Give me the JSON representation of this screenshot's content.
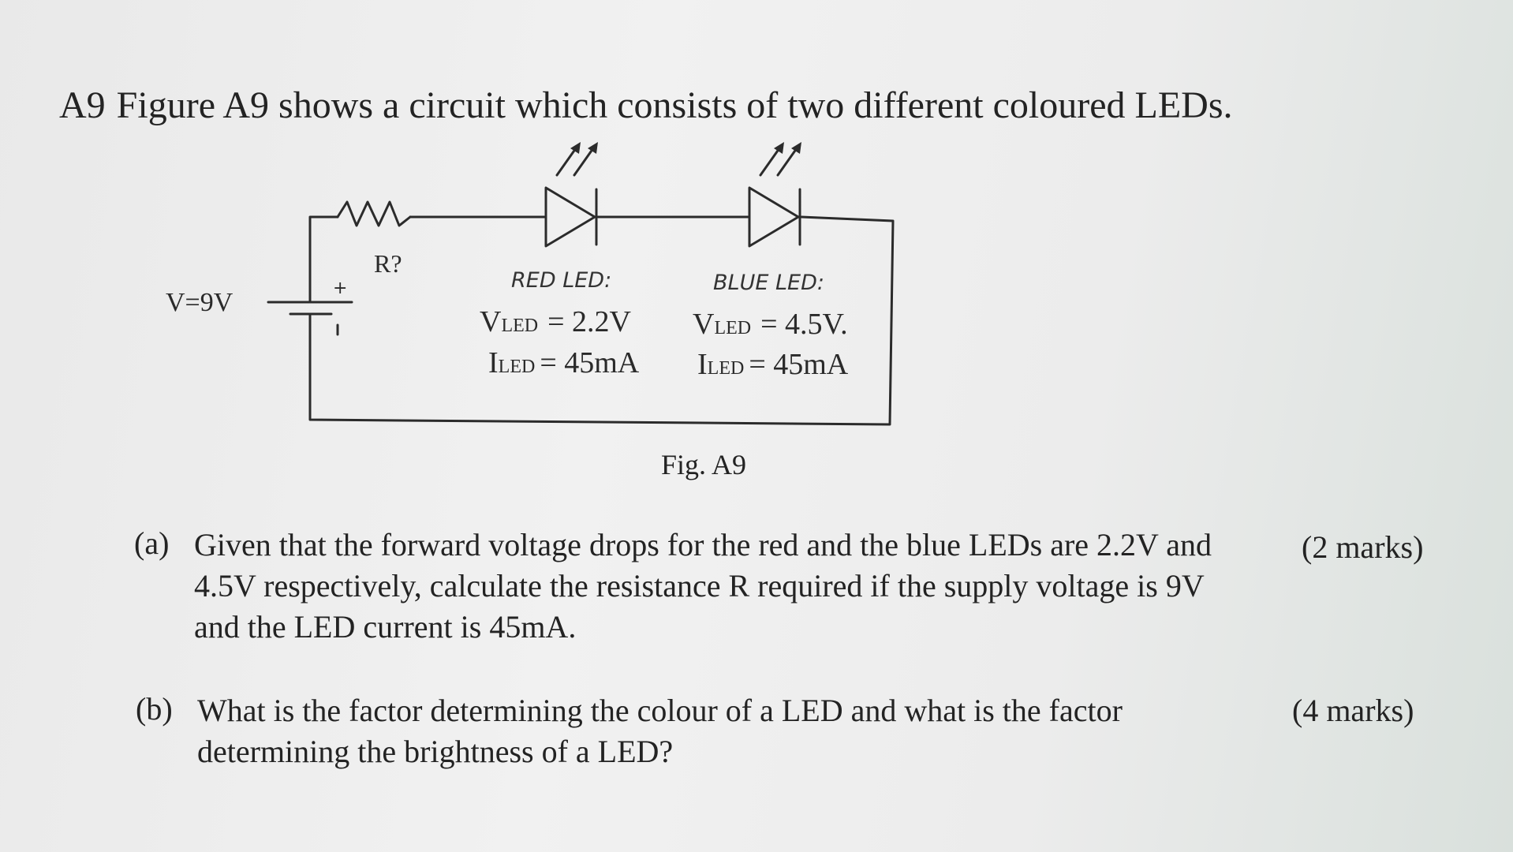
{
  "question": {
    "number": "A9",
    "heading": "Figure A9 shows a circuit which consists of two different coloured LEDs."
  },
  "figure": {
    "caption": "Fig. A9",
    "supply_label": "V=9V",
    "resistor_label": "R?",
    "plus_sign": "+",
    "red_led": {
      "title": "RED LED:",
      "v_sym": "V",
      "v_sub": "LED",
      "v_val": "= 2.2V",
      "i_sym": "I",
      "i_sub": "LED",
      "i_val": "= 45mA"
    },
    "blue_led": {
      "title": "BLUE LED:",
      "v_sym": "V",
      "v_sub": "LED",
      "v_val": "= 4.5V.",
      "i_sym": "I",
      "i_sub": "LED",
      "i_val": "= 45mA"
    }
  },
  "parts": [
    {
      "label": "(a)",
      "text": "Given that the forward voltage drops for the red and the blue LEDs are 2.2V and 4.5V respectively, calculate the resistance R required if the supply voltage is 9V and the LED current is 45mA.",
      "marks": "(2 marks)"
    },
    {
      "label": "(b)",
      "text": "What is the factor determining the colour of a LED and what is the factor determining the brightness of a LED?",
      "marks": "(4 marks)"
    }
  ]
}
